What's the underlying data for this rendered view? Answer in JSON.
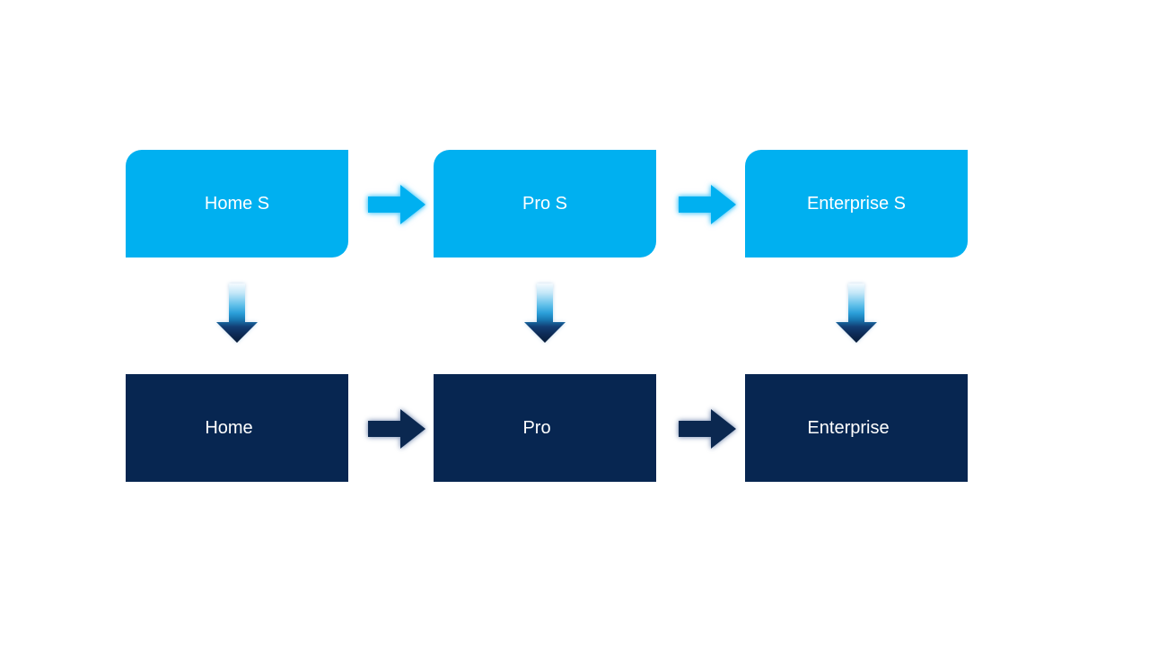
{
  "diagram": {
    "columns": [
      {
        "top": {
          "label": "Home S"
        },
        "bottom": {
          "label": "Home"
        }
      },
      {
        "top": {
          "label": "Pro S"
        },
        "bottom": {
          "label": "Pro"
        }
      },
      {
        "top": {
          "label": "Enterprise S"
        },
        "bottom": {
          "label": "Enterprise"
        }
      }
    ],
    "connectors": {
      "top_row_arrows": [
        "right-arrow",
        "right-arrow"
      ],
      "bottom_row_arrows": [
        "right-arrow",
        "right-arrow"
      ],
      "column_arrows": [
        "down-arrow",
        "down-arrow",
        "down-arrow"
      ]
    },
    "colors": {
      "top_box_fill": "#00B0F0",
      "bottom_box_fill": "#072651",
      "top_arrow_fill": "#00B0F0",
      "bottom_arrow_fill": "#0B2850",
      "down_arrow_gradient_top": "#F4FAFE",
      "down_arrow_gradient_mid": "#2B9FD9",
      "down_arrow_gradient_bottom": "#081C38",
      "text": "#FFFFFF",
      "background": "#FFFFFF"
    }
  }
}
